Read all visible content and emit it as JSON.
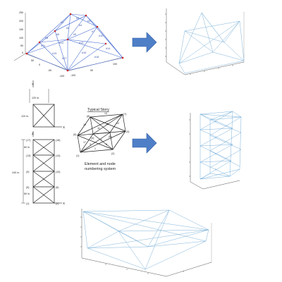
{
  "dome": {
    "y_ticks": [
      "250",
      "200",
      "150",
      "100",
      "50",
      "0"
    ],
    "x_ticks": [
      "-100",
      "-50",
      "0",
      "50",
      "100"
    ],
    "x_ticks_right": [
      "50",
      "100"
    ],
    "element_labels": [
      "#1",
      "#2",
      "#3",
      "#4",
      "#5",
      "#6",
      "#7",
      "#8",
      "#9",
      "#10",
      "#11",
      "#12",
      "#13",
      "#14",
      "#15",
      "#16",
      "#17",
      "#18",
      "#19",
      "#20",
      "#21",
      "#22",
      "#23",
      "#24",
      "#25"
    ]
  },
  "tower": {
    "plan_width": "120 in.",
    "plan_depth": "120 in.",
    "axis_x": "X",
    "axis_y": "Y",
    "axis_z": "Z",
    "height_total": "240 in.",
    "story_height": "60 in.",
    "node_left": [
      "(17)",
      "(13)",
      "(9)",
      "(5)",
      "(1)"
    ],
    "node_right": [
      "(18)",
      "(14)",
      "(10)",
      "(6)",
      "(2)"
    ],
    "typical_story_title": "Typical Story",
    "typical_story_nodes": [
      "(5)",
      "(6)",
      "(7)",
      "(8)",
      "(1)",
      "(2)",
      "(3)",
      "(4)"
    ],
    "typical_story_elements": [
      "1",
      "2",
      "3",
      "4",
      "5",
      "6",
      "7",
      "8",
      "9",
      "10",
      "11",
      "12",
      "13",
      "14",
      "15",
      "16",
      "17"
    ],
    "caption_line1": "Element and node",
    "caption_line2": "numbering system"
  },
  "colors": {
    "arrow": "#4f7fc7",
    "arrow_stroke": "#2f5ea8",
    "mesh": "#7fb3d9",
    "node": "#cc2a2a",
    "truss_blue": "#4a6fd0"
  }
}
